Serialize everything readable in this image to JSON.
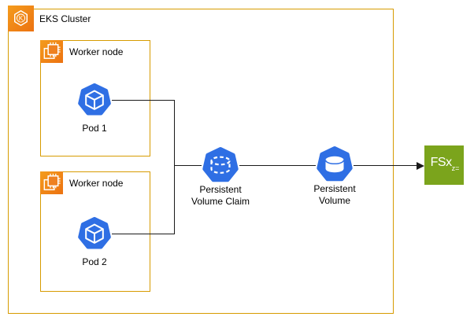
{
  "cluster": {
    "label": "EKS Cluster"
  },
  "worker_nodes": [
    {
      "label": "Worker node"
    },
    {
      "label": "Worker node"
    }
  ],
  "pods": [
    {
      "label": "Pod 1"
    },
    {
      "label": "Pod 2"
    }
  ],
  "pvc": {
    "line1": "Persistent",
    "line2": "Volume Claim"
  },
  "pv": {
    "line1": "Persistent",
    "line2": "Volume"
  },
  "fsx": {
    "label": "FSx",
    "sub": "z="
  },
  "colors": {
    "container_border": "#D79B00",
    "aws_icon_orange": "#EC7211",
    "k8s_blue": "#2F6FE4",
    "fsx_green": "#7BA41C",
    "connector": "#1A1A1A"
  }
}
